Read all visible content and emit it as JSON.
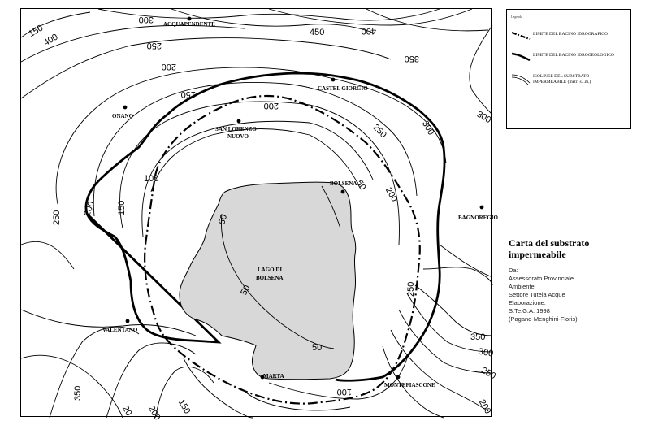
{
  "places": [
    {
      "name": "ACQUAPENDENTE"
    },
    {
      "name": "CASTEL GIORGIO"
    },
    {
      "name": "ONANO"
    },
    {
      "name": "SAN LORENZO"
    },
    {
      "name": "NUOVO"
    },
    {
      "name": "BOLSENA"
    },
    {
      "name": "BAGNOREGIO"
    },
    {
      "name": "VALENTANO"
    },
    {
      "name": "MARTA"
    },
    {
      "name": "MONTEFIASCONE"
    }
  ],
  "lake": {
    "label_line1": "LAGO DI",
    "label_line2": "BOLSENA",
    "fill": "#d8d8d8"
  },
  "contour_labels": [
    "150",
    "400",
    "300",
    "450",
    "400",
    "350",
    "250",
    "200",
    "150",
    "300",
    "200",
    "250",
    "100",
    "50",
    "200",
    "300",
    "250",
    "150",
    "200",
    "250",
    "50",
    "50",
    "50",
    "350",
    "300",
    "250",
    "200",
    "100",
    "150",
    "200",
    "350",
    "20"
  ],
  "legend": {
    "title": "Legenda",
    "items": [
      {
        "label": "LIMITE DEL BACINO IDROGRAFICO"
      },
      {
        "label": "LIMITE DEL BACINO IDROGEOLOGICO"
      },
      {
        "label_line1": "ISOLINEE DEL SUBSTRATO",
        "label_line2": "IMPERMEABILE (metri s.l.m.)"
      }
    ]
  },
  "caption": {
    "title_line1": "Carta del substrato",
    "title_line2": "impermeabile",
    "source_lines": [
      "Da:",
      "Assessorato Provinciale",
      "Ambiente",
      "Settore Tutela Acque",
      "Elaborazione:",
      "S.Te.G.A. 1998",
      "(Pagano-Menghini-Floris)"
    ]
  }
}
